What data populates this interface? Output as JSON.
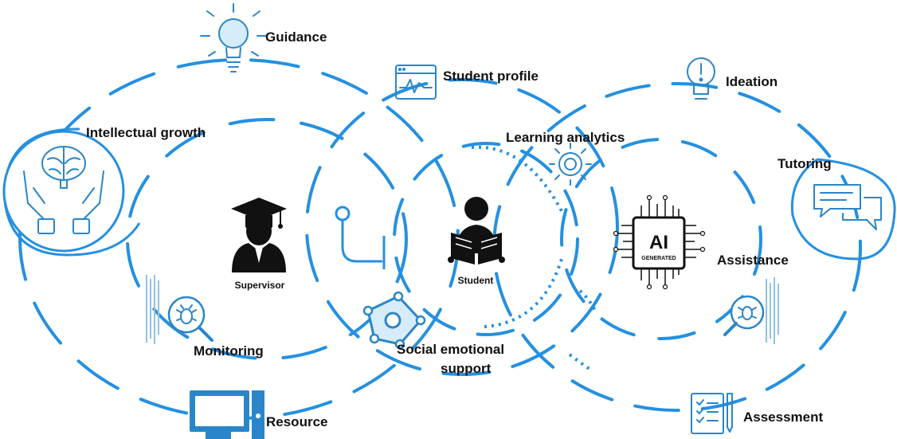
{
  "labels": {
    "guidance": "Guidance",
    "intellectual_growth": "Intellectual growth",
    "student_profile": "Student profile",
    "ideation": "Ideation",
    "learning_analytics": "Learning analytics",
    "tutoring": "Tutoring",
    "supervisor": "Supervisor",
    "student": "Student",
    "assistance": "Assistance",
    "monitoring": "Monitoring",
    "social_emotional_1": "Social emotional",
    "social_emotional_2": "support",
    "resource": "Resource",
    "assessment": "Assessment",
    "ai_main": "AI",
    "ai_sub": "GENERATED"
  },
  "colors": {
    "accent": "#2590e0",
    "icon": "#2a86c8",
    "text": "#111111"
  },
  "icons": [
    "lightbulb-rays-icon",
    "brain-hands-icon",
    "chart-window-icon",
    "lightbulb-exclamation-icon",
    "gear-icon",
    "chat-bubbles-icon",
    "graduate-icon",
    "reading-student-icon",
    "ai-chip-icon",
    "bug-magnifier-icon",
    "network-polygon-icon",
    "computer-icon",
    "checklist-icon"
  ]
}
